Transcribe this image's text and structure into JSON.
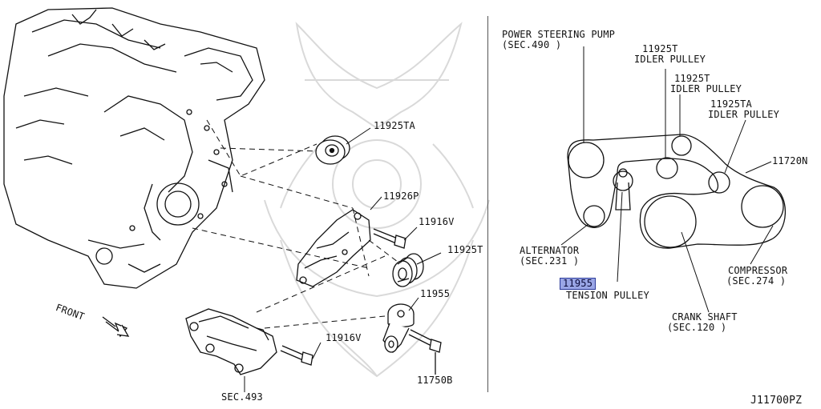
{
  "left_view": {
    "part_11925ta": "11925TA",
    "part_11926p": "11926P",
    "part_11916v_upper": "11916V",
    "part_11925t": "11925T",
    "part_11955": "11955",
    "part_11916v_lower": "11916V",
    "part_11750b": "11750B",
    "sec_493": "SEC.493",
    "front": "FRONT"
  },
  "right_view": {
    "ps_pump": "POWER STEERING PUMP",
    "ps_pump_sec": "(SEC.490 )",
    "idler1_num": "11925T",
    "idler1_name": "IDLER PULLEY",
    "idler2_num": "11925T",
    "idler2_name": "IDLER PULLEY",
    "idler3_num": "11925TA",
    "idler3_name": "IDLER PULLEY",
    "belt": "11720N",
    "alternator": "ALTERNATOR",
    "alternator_sec": "(SEC.231 )",
    "compressor": "COMPRESSOR",
    "compressor_sec": "(SEC.274 )",
    "tension_num": "11955",
    "tension_name": "TENSION PULLEY",
    "crank": "CRANK SHAFT",
    "crank_sec": "(SEC.120 )"
  },
  "diagram_code": "J11700PZ",
  "colors": {
    "line": "#111111",
    "highlight_fill": "#9aa6e6",
    "highlight_border": "#2b3a9a",
    "watermark": "#d8d8d8"
  }
}
